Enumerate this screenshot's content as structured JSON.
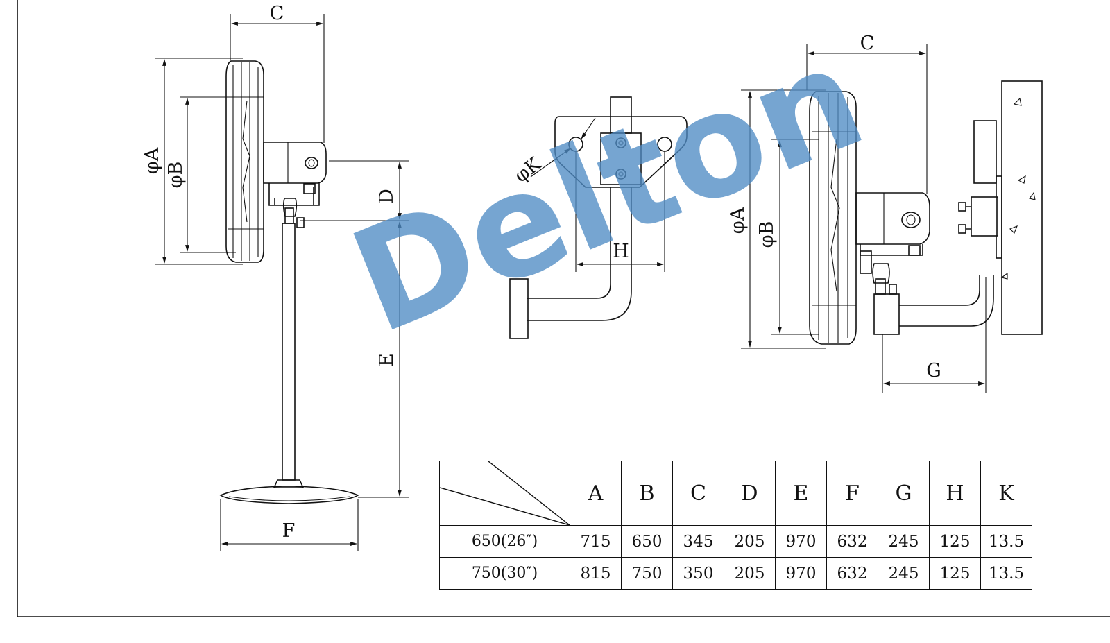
{
  "watermark": {
    "text": "Delton",
    "color": "#4f8cc4"
  },
  "labels": {
    "stand_C": "C",
    "stand_A": "φA",
    "stand_B": "φB",
    "stand_D": "D",
    "stand_E": "E",
    "stand_F": "F",
    "bracket_K": "φK",
    "bracket_H": "H",
    "wall_C": "C",
    "wall_A": "φA",
    "wall_B": "φB",
    "wall_G": "G"
  },
  "table": {
    "columns": [
      "A",
      "B",
      "C",
      "D",
      "E",
      "F",
      "G",
      "H",
      "K"
    ],
    "rows": [
      {
        "model": "650(26″)",
        "values": [
          "715",
          "650",
          "345",
          "205",
          "970",
          "632",
          "245",
          "125",
          "13.5"
        ]
      },
      {
        "model": "750(30″)",
        "values": [
          "815",
          "750",
          "350",
          "205",
          "970",
          "632",
          "245",
          "125",
          "13.5"
        ]
      }
    ]
  }
}
